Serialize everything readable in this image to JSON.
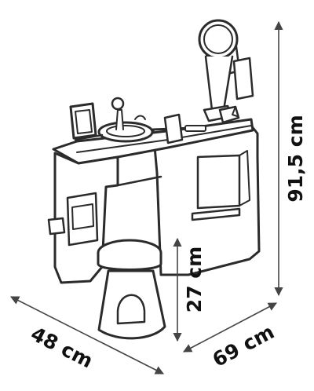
{
  "dimensions": {
    "height": "91,5 cm",
    "width": "48 cm",
    "depth": "69 cm",
    "seat_height": "27 cm"
  },
  "colors": {
    "line": "#2b2b2b",
    "dimension_line": "#444444",
    "label": "#111111",
    "background": "#ffffff"
  }
}
